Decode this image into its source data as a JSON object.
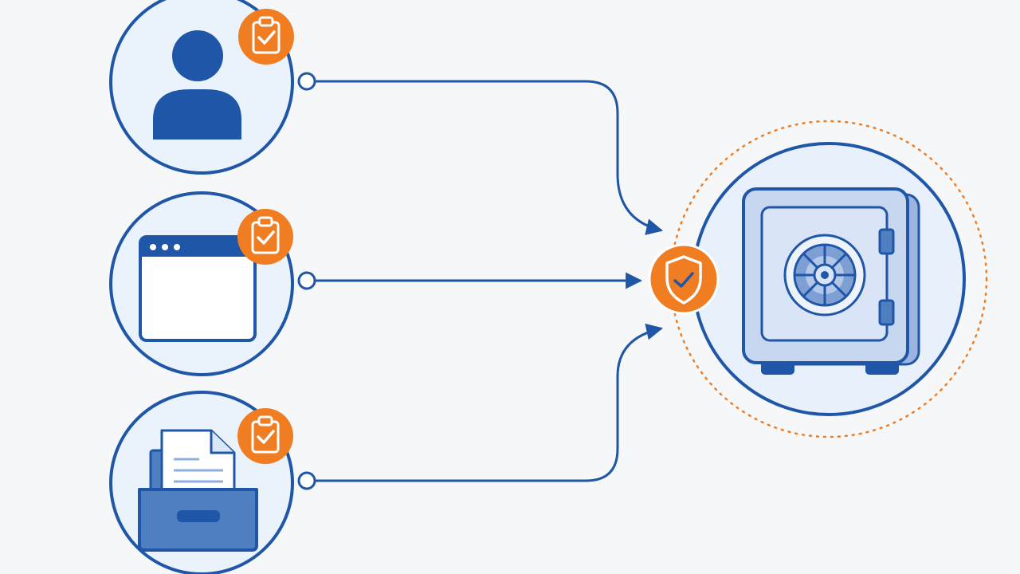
{
  "colors": {
    "background": "#f6f7f9",
    "primary_blue": "#1f56a7",
    "light_blue_fill": "#e8f0fb",
    "medium_blue": "#4f7fc0",
    "accent_orange": "#f07d22",
    "white": "#ffffff"
  },
  "sources": [
    {
      "kind": "user",
      "icon": "user-icon",
      "badge_icon": "clipboard-check-icon"
    },
    {
      "kind": "application-window",
      "icon": "browser-window-icon",
      "badge_icon": "clipboard-check-icon"
    },
    {
      "kind": "file-archive",
      "icon": "file-drawer-icon",
      "badge_icon": "clipboard-check-icon"
    }
  ],
  "checkpoint": {
    "icon": "shield-check-icon"
  },
  "destination": {
    "icon": "vault-safe-icon",
    "ring_style": "dotted-orange"
  }
}
